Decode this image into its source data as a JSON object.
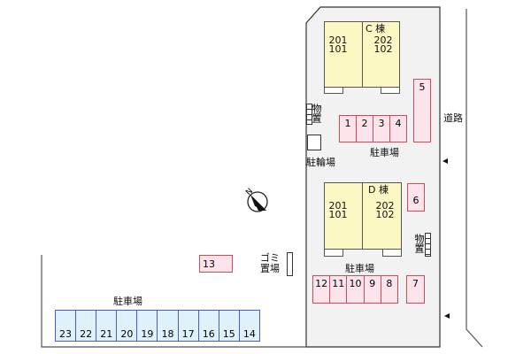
{
  "road_label": "道路",
  "building_c": {
    "name": "C 棟",
    "left_units": [
      "201",
      "101"
    ],
    "right_units": [
      "202",
      "102"
    ]
  },
  "building_d": {
    "name": "D 棟",
    "left_units": [
      "201",
      "101"
    ],
    "right_units": [
      "202",
      "102"
    ]
  },
  "storage_label": "物置",
  "bicycle_parking_label": "駐輪場",
  "parking_label": "駐車場",
  "garbage_label": "ゴミ置場",
  "parking_c": [
    "1",
    "2",
    "3",
    "4"
  ],
  "parking_5": "5",
  "parking_6": "6",
  "parking_d": [
    "12",
    "11",
    "10",
    "9",
    "8"
  ],
  "parking_7": "7",
  "parking_13": "13",
  "parking_blue": [
    "23",
    "22",
    "21",
    "20",
    "19",
    "18",
    "17",
    "16",
    "15",
    "14"
  ],
  "compass_label": "N",
  "colors": {
    "building": "#fbf8c4",
    "lot": "#f2f2f2",
    "parking_red": "#fde3ea",
    "parking_blue": "#dff2fc"
  }
}
